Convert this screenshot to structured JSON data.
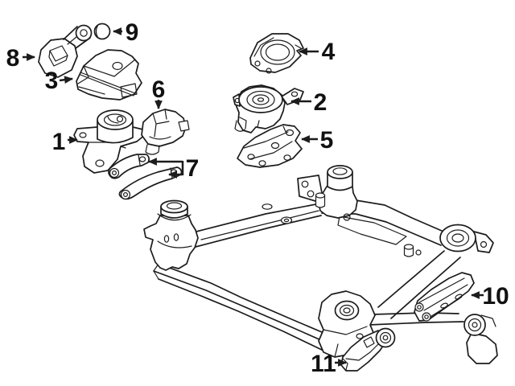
{
  "figure": {
    "kind": "parts-diagram",
    "background": "#ffffff",
    "line_color": "#1c1c1c"
  },
  "callouts": [
    {
      "number": "1",
      "part": "engine-mount-with-bracket"
    },
    {
      "number": "2",
      "part": "round-engine-mount"
    },
    {
      "number": "3",
      "part": "engine-mount-bracket"
    },
    {
      "number": "4",
      "part": "mount-cover-plate"
    },
    {
      "number": "5",
      "part": "mount-support-bracket"
    },
    {
      "number": "6",
      "part": "mount-insulator"
    },
    {
      "number": "7",
      "part": "support-brace-pair"
    },
    {
      "number": "8",
      "part": "upper-torque-strut"
    },
    {
      "number": "9",
      "part": "cap-plug"
    },
    {
      "number": "10",
      "part": "transmission-side-mount"
    },
    {
      "number": "11",
      "part": "lower-torque-strut"
    }
  ]
}
